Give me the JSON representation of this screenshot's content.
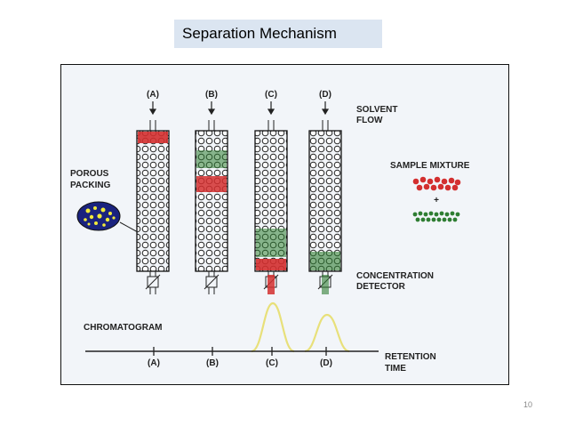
{
  "slide": {
    "title": "Separation Mechanism",
    "page_number": "10"
  },
  "diagram": {
    "column_labels": [
      "(A)",
      "(B)",
      "(C)",
      "(D)"
    ],
    "solvent_flow": [
      "SOLVENT",
      "FLOW"
    ],
    "porous_packing": [
      "POROUS",
      "PACKING"
    ],
    "sample_mixture": "SAMPLE MIXTURE",
    "plus_sign": "+",
    "detector": [
      "CONCENTRATION",
      "DETECTOR"
    ],
    "chromatogram": "CHROMATOGRAM",
    "axis_labels": [
      "(A)",
      "(B)",
      "(C)",
      "(D)"
    ],
    "retention_time": [
      "RETENTION",
      "TIME"
    ],
    "colors": {
      "red_component": "#d32f2f",
      "green_component": "#2e7d32",
      "peak": "#e8e07a",
      "particle_blob": "#1a237e",
      "particle_fill": "#f2ea3a"
    }
  }
}
